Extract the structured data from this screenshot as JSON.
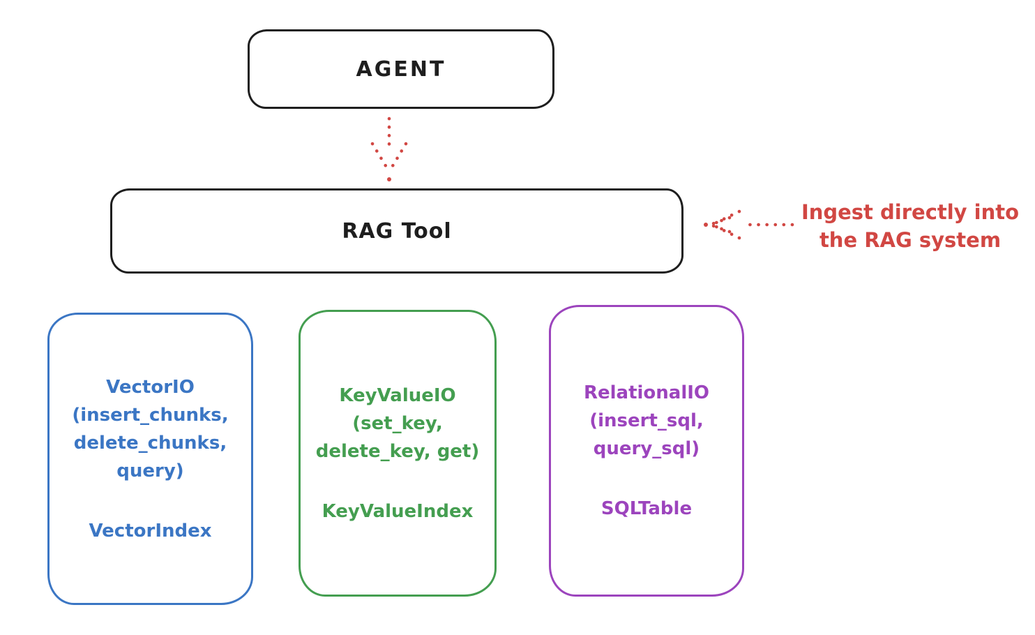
{
  "agent": {
    "label": "AGENT"
  },
  "rag_tool": {
    "label": "RAG Tool"
  },
  "annotation": {
    "line1": "Ingest directly into",
    "line2": "the RAG system"
  },
  "io_boxes": [
    {
      "id": "vector-io",
      "color": "#3b76c4",
      "lines": [
        "VectorIO",
        "(insert_chunks,",
        "delete_chunks,",
        "query)"
      ],
      "index_label": "VectorIndex"
    },
    {
      "id": "keyvalue-io",
      "color": "#449e50",
      "lines": [
        "KeyValueIO",
        "(set_key,",
        "delete_key, get)"
      ],
      "index_label": "KeyValueIndex"
    },
    {
      "id": "relational-io",
      "color": "#9c44bd",
      "lines": [
        "RelationalIO",
        "(insert_sql,",
        "query_sql)"
      ],
      "index_label": "SQLTable"
    }
  ],
  "arrows": [
    {
      "id": "agent-to-rag",
      "style": "dotted",
      "color": "#d14743",
      "direction": "down"
    },
    {
      "id": "ingest-into-rag",
      "style": "dotted",
      "color": "#d14743",
      "direction": "left"
    }
  ],
  "colors": {
    "stroke_black": "#1e1e1e",
    "accent_red": "#d14743",
    "vector_blue": "#3b76c4",
    "keyvalue_green": "#449e50",
    "relational_purple": "#9c44bd",
    "background": "#ffffff"
  }
}
